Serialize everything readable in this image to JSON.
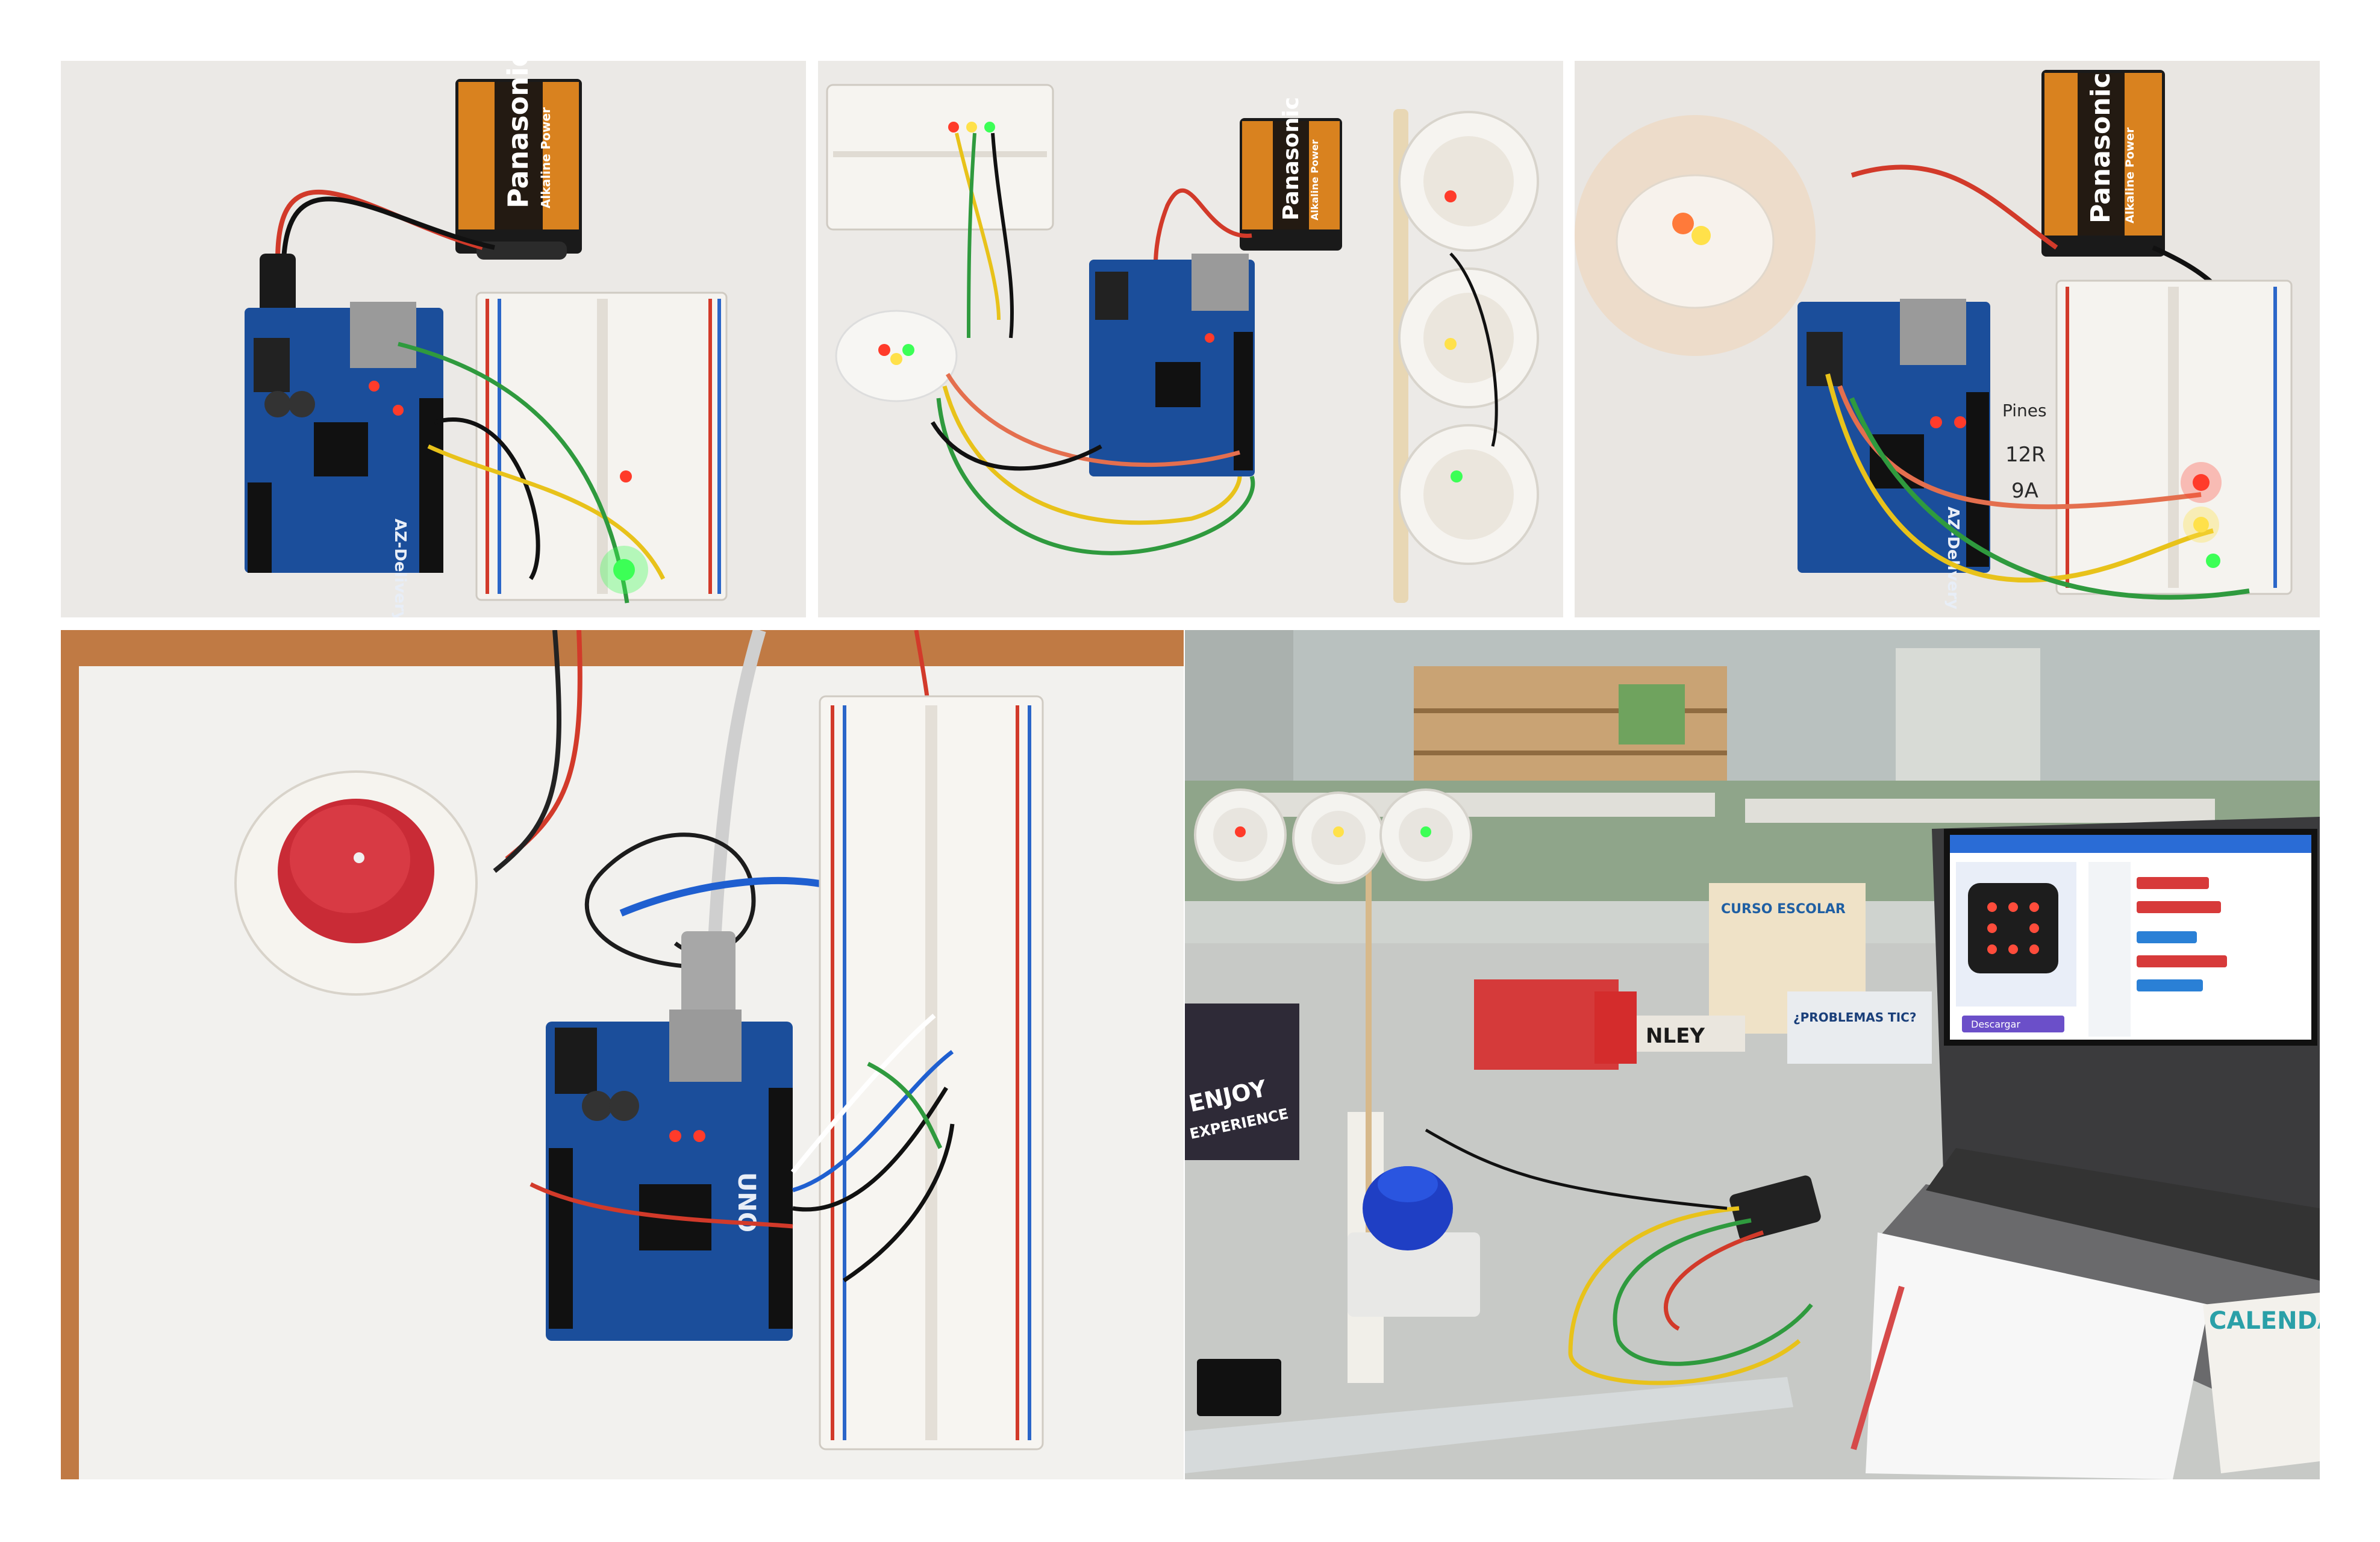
{
  "photos": {
    "p1": {
      "battery_brand": "Panasonic",
      "battery_line": "Alkaline Power",
      "board_label": "AZ-Delivery"
    },
    "p2": {
      "battery_brand": "Panasonic",
      "battery_line": "Alkaline Power"
    },
    "p3": {
      "battery_brand": "Panasonic",
      "battery_line": "Alkaline Power",
      "board_label": "AZ-Delivery",
      "note_1": "Pines",
      "note_2": "12R",
      "note_3": "9A"
    },
    "p4": {
      "board_label": "UNO"
    },
    "p5": {
      "tablet_text": "CURSO ESCOLAR",
      "card_text": "¿PROBLEMAS TIC?",
      "box_text": "ENJOY",
      "box_text_2": "EXPERIENCE",
      "tape_text": "NLEY",
      "calendar_text": "CALENDA",
      "screen_button": "Descargar"
    }
  },
  "colors": {
    "board_blue": "#1b4e9b",
    "battery_orange": "#d9821f",
    "wire_red": "#d23a2a",
    "wire_yellow": "#e8c21a",
    "wire_green": "#2f9a3e",
    "led_red": "#ff3b2a",
    "led_green": "#3cff56",
    "led_yellow": "#ffe14a"
  }
}
